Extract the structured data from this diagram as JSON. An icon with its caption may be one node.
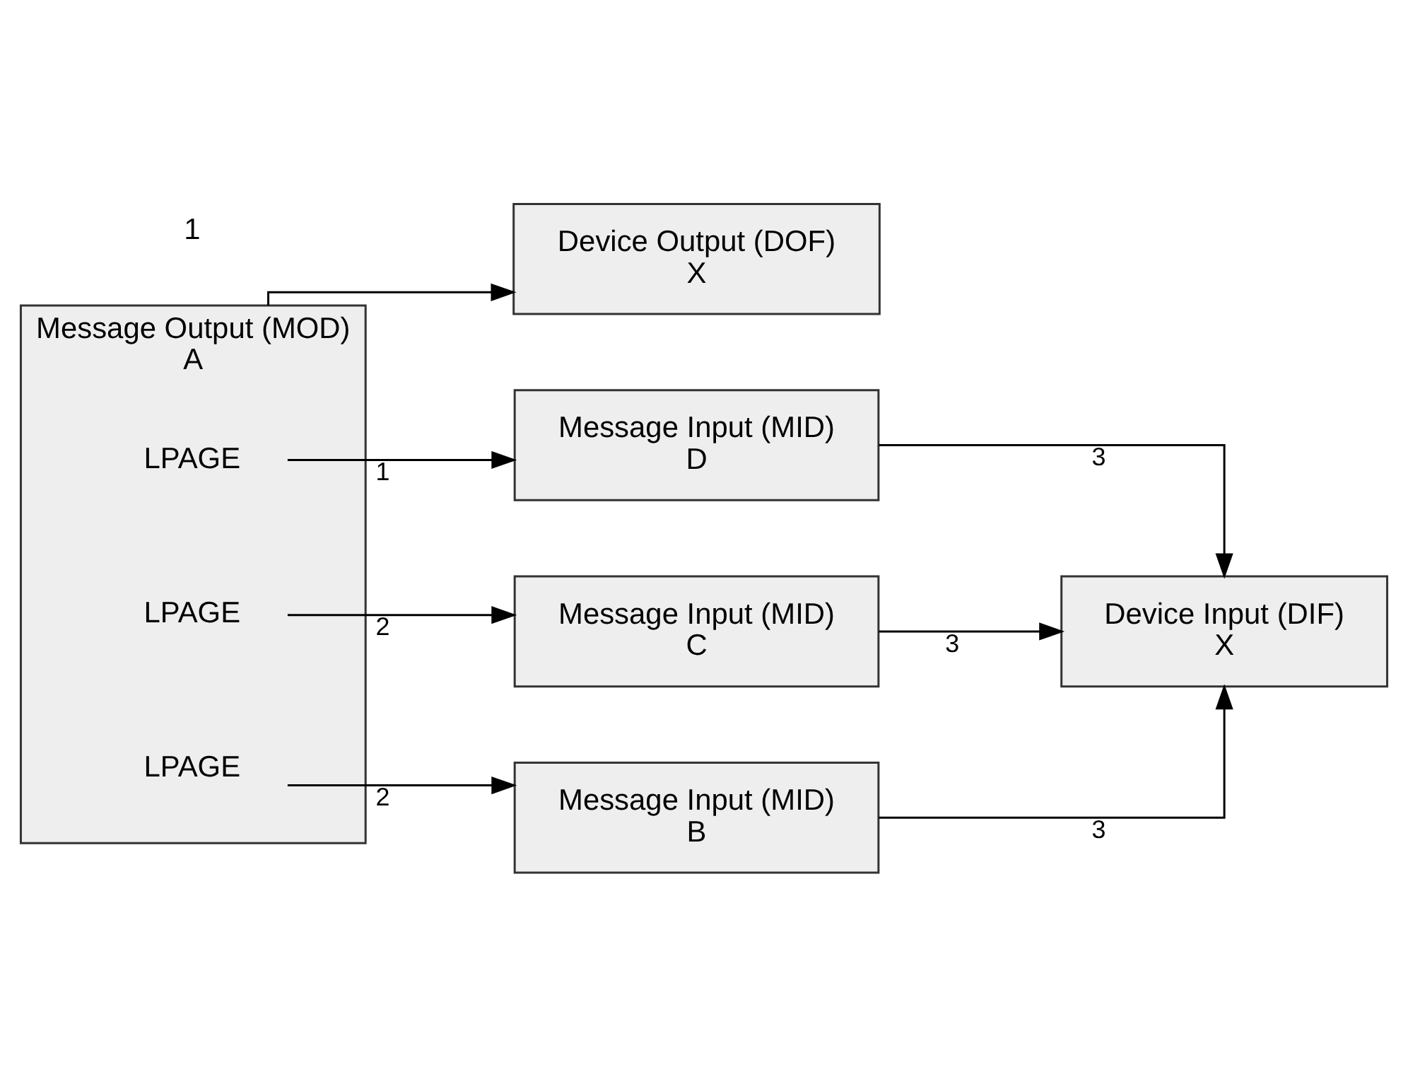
{
  "diagram": {
    "nodes": [
      {
        "text": [
          "Message Output (MOD)",
          "A"
        ]
      },
      {
        "text": [
          "LPAGE"
        ],
        "in": 0
      },
      {
        "text": [
          "LPAGE"
        ],
        "in": 0
      },
      {
        "text": [
          "LPAGE"
        ],
        "in": 0
      },
      {
        "text": [
          "Device Output (DOF)",
          "X"
        ]
      },
      {
        "text": [
          "Message Input (MID)",
          "B"
        ]
      },
      {
        "text": [
          "Device Input (DIF)",
          "X"
        ]
      },
      {
        "text": [
          "Message Input (MID)",
          "C"
        ]
      },
      {
        "text": [
          "Message Input (MID)",
          "D"
        ]
      }
    ],
    "edges": [
      {
        "from": 0,
        "to": 4,
        "arrow": "to"
      },
      {
        "from": 1,
        "to": 8,
        "arrow": "to",
        "label": "1"
      },
      {
        "from": 2,
        "to": 7,
        "arrow": "to",
        "label": "2"
      },
      {
        "from": 3,
        "to": 5,
        "arrow": "to",
        "label": "2"
      },
      {
        "from": 5,
        "to": 6,
        "arrow": "to",
        "label": "3"
      },
      {
        "from": 7,
        "to": 6,
        "arrow": "to",
        "label": "3"
      },
      {
        "from": 8,
        "to": 6,
        "arrow": "to",
        "label": "3"
      }
    ],
    "labels": [
      "1"
    ]
  }
}
